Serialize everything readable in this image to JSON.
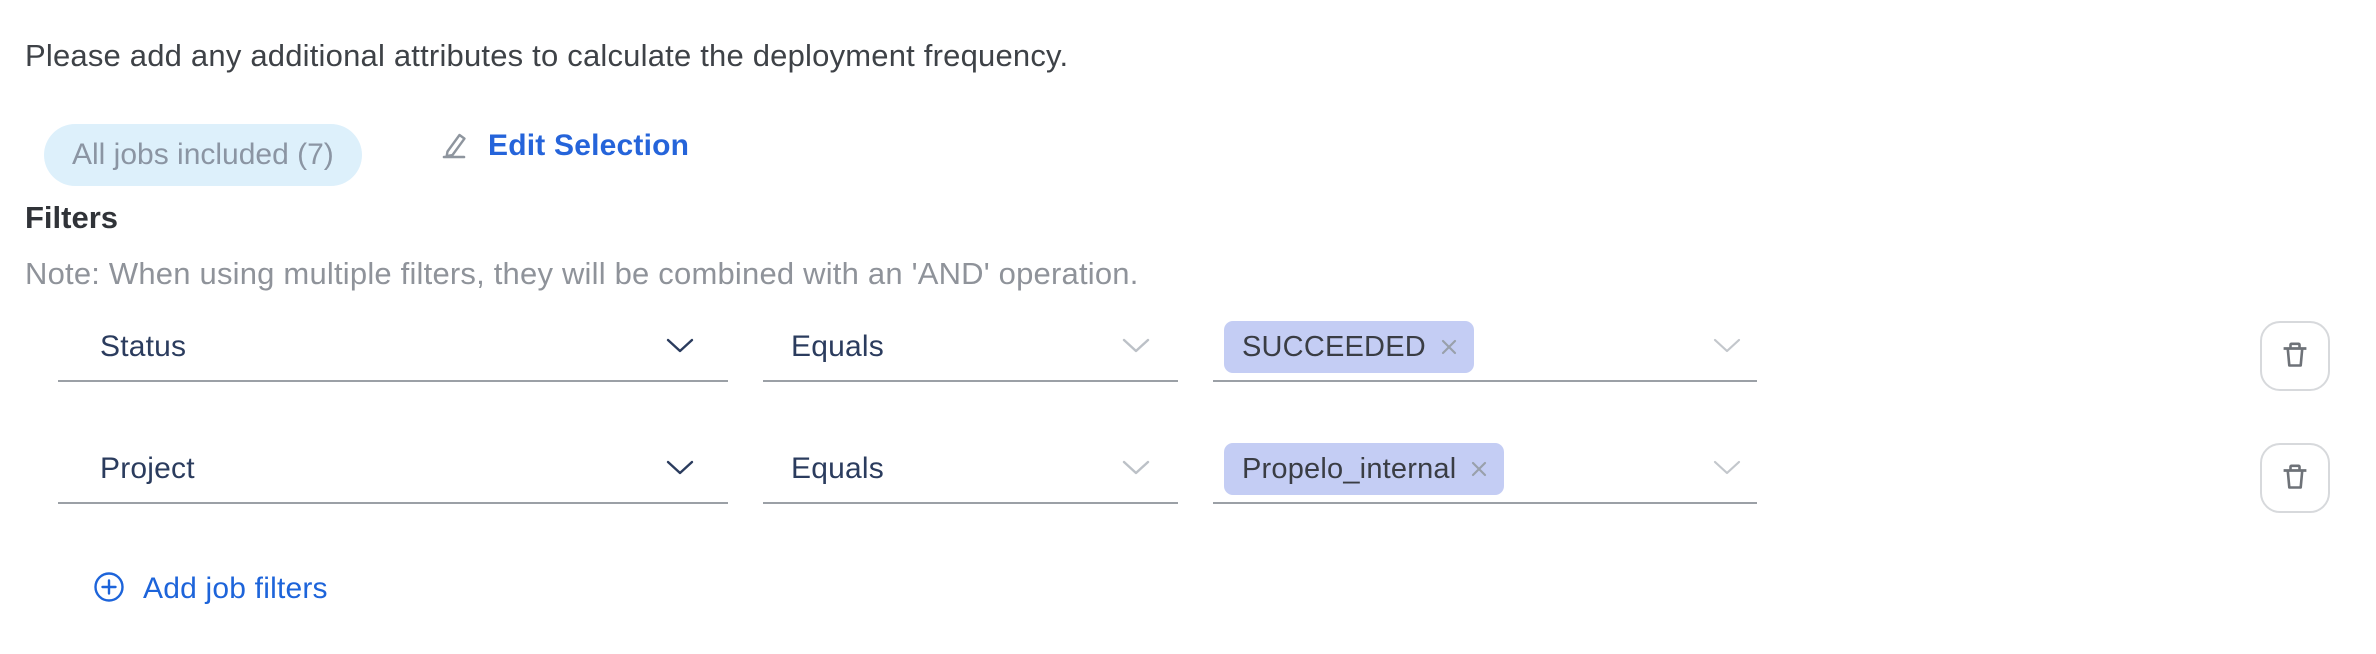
{
  "intro_text": "Please add any additional attributes to calculate the deployment frequency.",
  "jobs_badge": {
    "label": "All jobs included (7)"
  },
  "edit_selection": {
    "label": "Edit Selection",
    "icon": "pencil-icon"
  },
  "filters_section": {
    "title": "Filters",
    "note": "Note: When using multiple filters, they will be combined with an 'AND' operation."
  },
  "filter_rows": [
    {
      "field": "Status",
      "operator": "Equals",
      "values": [
        "SUCCEEDED"
      ],
      "delete_icon": "trash-icon"
    },
    {
      "field": "Project",
      "operator": "Equals",
      "values": [
        "Propelo_internal"
      ],
      "delete_icon": "trash-icon"
    }
  ],
  "add_filter": {
    "label": "Add job filters",
    "icon": "plus-circle-icon"
  },
  "icons": {
    "chevron": "chevron-down-icon",
    "chip_remove": "close-icon"
  },
  "colors": {
    "accent_blue": "#2564da",
    "add_link_blue": "#1d64da",
    "badge_bg": "#ddf0fb",
    "badge_text": "#8b95a3",
    "chip_bg": "#c4cdf4",
    "chip_text": "#3a3d44",
    "select_text": "#2b3c5e",
    "underline": "#9ba0a6",
    "note_text": "#8f939a",
    "heading_text": "#303338",
    "body_text": "#3e4247",
    "icon_gray": "#6e7278"
  }
}
